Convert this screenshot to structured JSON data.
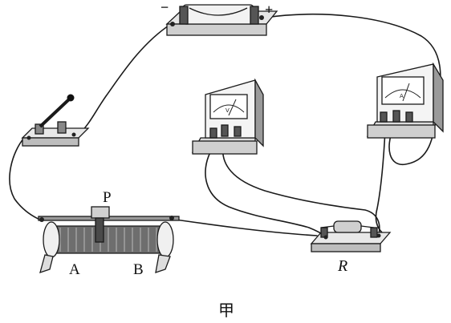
{
  "battery": {
    "minus_label": "−",
    "plus_label": "+"
  },
  "rheostat": {
    "slider_label": "P",
    "end_a_label": "A",
    "end_b_label": "B"
  },
  "voltmeter": {
    "symbol": "V"
  },
  "ammeter": {
    "symbol": "A"
  },
  "resistor": {
    "label": "R"
  },
  "caption": "甲"
}
